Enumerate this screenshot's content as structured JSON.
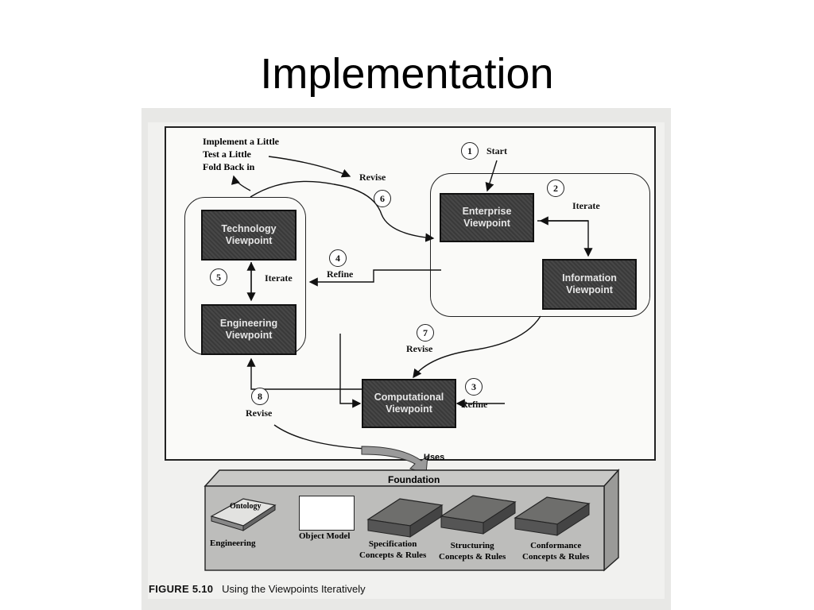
{
  "slide": {
    "title": "Implementation"
  },
  "diagram": {
    "implement": [
      "Implement a Little",
      "Test a Little",
      "Fold Back in"
    ],
    "viewpoints": {
      "technology": "Technology Viewpoint",
      "engineering": "Engineering Viewpoint",
      "enterprise": "Enterprise Viewpoint",
      "information": "Information Viewpoint",
      "computational": "Computational Viewpoint"
    },
    "steps": {
      "s1": {
        "num": "1",
        "label": "Start"
      },
      "s2": {
        "num": "2",
        "label": "Iterate"
      },
      "s3": {
        "num": "3",
        "label": "Refine"
      },
      "s4": {
        "num": "4",
        "label": "Refine"
      },
      "s5": {
        "num": "5",
        "label": "Iterate"
      },
      "s6": {
        "num": "6",
        "label": "Revise"
      },
      "s7": {
        "num": "7",
        "label": "Revise"
      },
      "s8": {
        "num": "8",
        "label": "Revise"
      }
    },
    "uses": "Uses",
    "foundation": {
      "title": "Foundation",
      "ontology": "Ontology",
      "engineering": "Engineering",
      "object_model": "Object Model",
      "specification": [
        "Specification",
        "Concepts & Rules"
      ],
      "structuring": [
        "Structuring",
        "Concepts & Rules"
      ],
      "conformance": [
        "Conformance",
        "Concepts & Rules"
      ]
    }
  },
  "caption": {
    "figure": "FIGURE 5.10",
    "text": "Using the Viewpoints Iteratively"
  }
}
